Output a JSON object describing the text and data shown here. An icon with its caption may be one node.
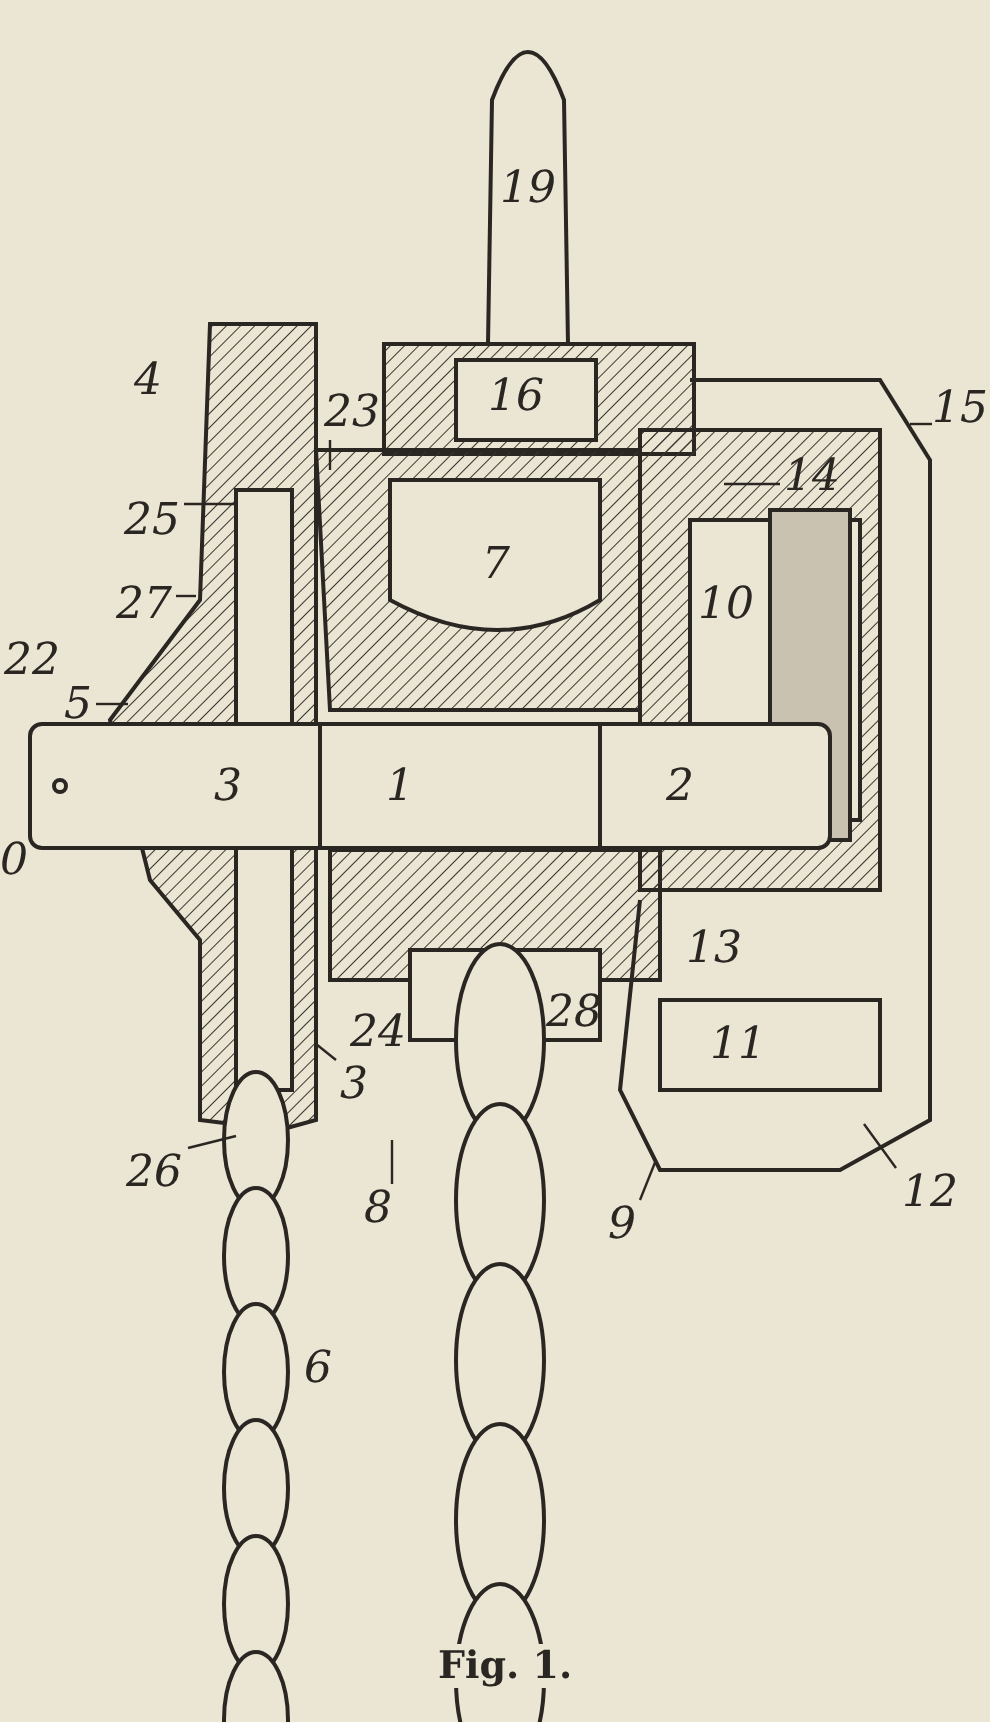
{
  "diagram": {
    "caption": "Fig. 1.",
    "nodes": [
      {
        "text": [
          "15"
        ]
      },
      {
        "text": [
          "23"
        ]
      },
      {
        "text": [
          "14"
        ]
      },
      {
        "text": [
          "25"
        ]
      },
      {
        "text": [
          "27"
        ]
      },
      {
        "text": [
          "5"
        ]
      },
      {
        "text": [
          "3"
        ]
      },
      {
        "text": [
          "26"
        ]
      },
      {
        "text": [
          "12"
        ]
      },
      {
        "text": [
          "8"
        ]
      },
      {
        "text": [
          "9"
        ]
      }
    ],
    "edges": [
      {
        "from": 0,
        "to": null,
        "arrow": "none"
      },
      {
        "from": 1,
        "to": null,
        "arrow": "none"
      },
      {
        "from": 2,
        "to": null,
        "arrow": "none"
      },
      {
        "from": 3,
        "to": null,
        "arrow": "none"
      },
      {
        "from": 4,
        "to": null,
        "arrow": "none"
      },
      {
        "from": 5,
        "to": null,
        "arrow": "none"
      },
      {
        "from": 6,
        "to": null,
        "arrow": "none"
      },
      {
        "from": 7,
        "to": null,
        "arrow": "none"
      },
      {
        "from": 8,
        "to": null,
        "arrow": "none"
      },
      {
        "from": 9,
        "to": null,
        "arrow": "none"
      },
      {
        "from": 10,
        "to": null,
        "arrow": "none"
      }
    ],
    "labels": [
      "19",
      "4",
      "16",
      "10",
      "22",
      "7",
      "3",
      "1",
      "2",
      "0",
      "13",
      "28",
      "24",
      "11",
      "6"
    ]
  }
}
